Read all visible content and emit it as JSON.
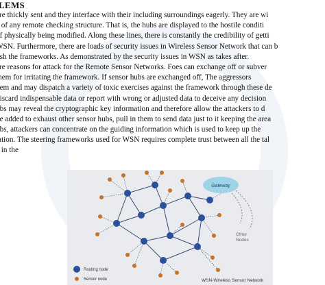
{
  "heading": "LEMS",
  "lines": [
    "are thickly sent and they interface with their including surroundings eagerly. They are wi",
    "e of any remote checking structure. That is, the hubs are displayed to the hostile conditi",
    "of physically being modified. Along these lines, there is constantly the credibility of getti",
    "WSN. Furthermore, there are loads of security issues in Wireless Sensor Network that can b",
    "ush the frameworks. As demonstrated by the security issues in WSN as takes after.",
    "are reasons for attack for the Remote Sensor Networks. Foes can exchange off or subver",
    "them for irritating the framework. If sensor hubs are exchanged off, The aggressors",
    "hem and may dispatch a variety of toxic exercises against the framework through these de",
    "discard indispensable data or report with wrong or adjusted data to deceive any decision",
    "ubs may reveal the cryptographic key information and therefore allow the attackers to d",
    "be added to exhaust other sensor hubs, pull in them to send data just to it keeping the area",
    "ubs, attackers can concentrate on the guiding information which is used to keep up the",
    "tation. The steering frameworks used for WSN requires complete trust between all the tal",
    "a in the"
  ],
  "figure": {
    "gateway_label": "Gateway",
    "other_nodes_label": "Other\nNodes",
    "legend_routing": "Routing node",
    "legend_sensor": "Sensor node",
    "caption": "WSN-Wireless Sensor Network",
    "colors": {
      "routing_node": "#2b4f9a",
      "sensor_node": "#c8732a",
      "gateway": "#9fd3e8",
      "edge": "#3b4a73"
    }
  }
}
